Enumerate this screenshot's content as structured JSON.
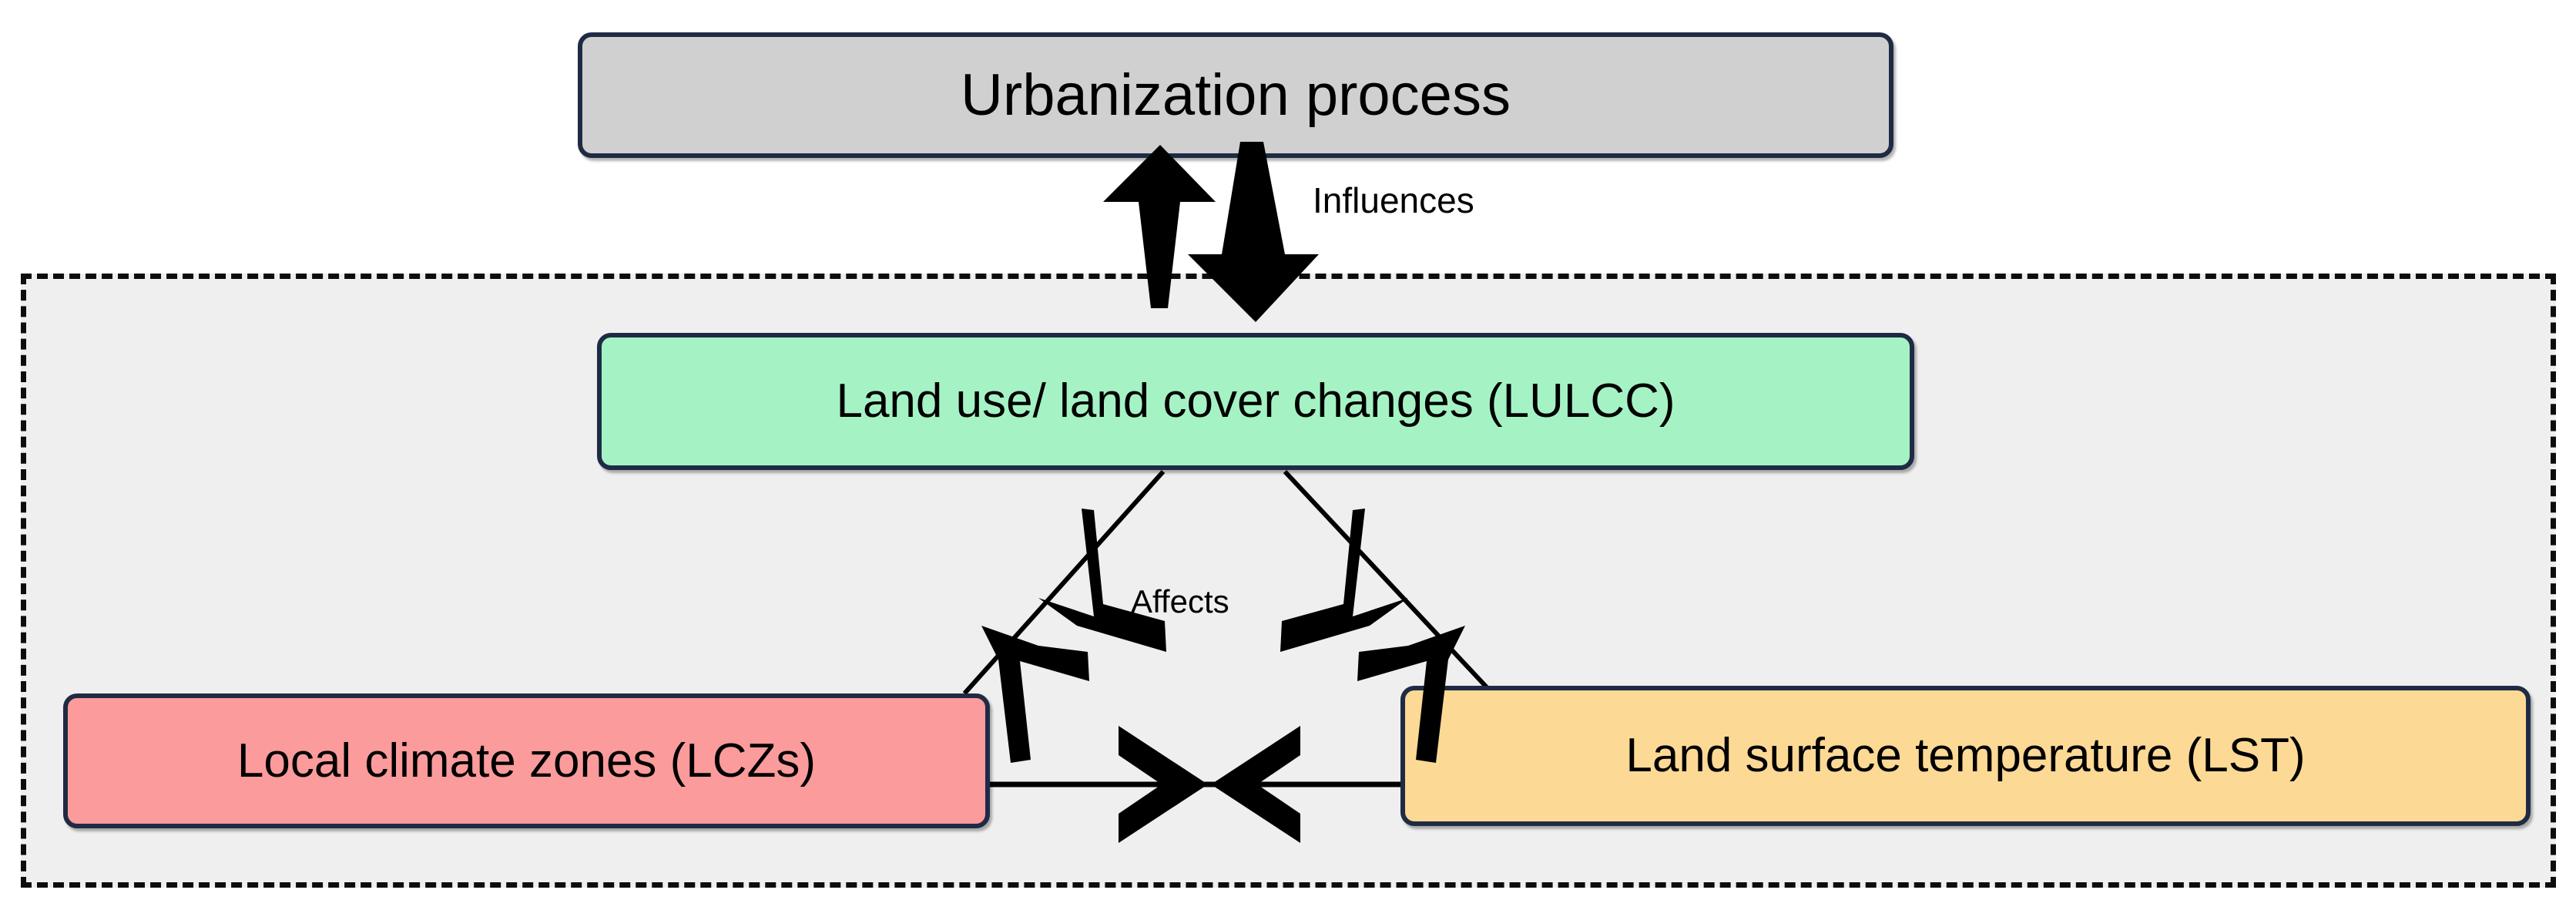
{
  "diagram": {
    "title_node": {
      "label": "Urbanization process",
      "fill": "#d0d0d0",
      "border": "#1f2b44"
    },
    "group_region": {
      "border_style": "dashed",
      "border_color": "#0d0d0d",
      "fill": "#efefef"
    },
    "nodes": [
      {
        "id": "lulcc",
        "label": "Land use/ land cover changes (LULCC)",
        "fill": "#a5f3c5",
        "border": "#1f2b44"
      },
      {
        "id": "lczs",
        "label": "Local climate zones (LCZs)",
        "fill": "#fb9b9b",
        "border": "#1f2b44"
      },
      {
        "id": "lst",
        "label": "Land surface temperature (LST)",
        "fill": "#fcd995",
        "border": "#1f2b44"
      }
    ],
    "edges": [
      {
        "id": "urbanization-lulcc",
        "label": "Influences",
        "from": "Urbanization process",
        "to": "Land use/ land cover changes (LULCC)",
        "direction": "bidirectional",
        "style": "solid-block-arrow"
      },
      {
        "id": "lulcc-lczs",
        "label": "",
        "from": "Land use/ land cover changes (LULCC)",
        "to": "Local climate zones (LCZs)",
        "direction": "bidirectional",
        "style": "thin-line-chevron"
      },
      {
        "id": "lulcc-lst",
        "label": "",
        "from": "Land use/ land cover changes (LULCC)",
        "to": "Land surface temperature (LST)",
        "direction": "bidirectional",
        "style": "thin-line-chevron"
      },
      {
        "id": "lczs-lst",
        "label": "",
        "from": "Local climate zones (LCZs)",
        "to": "Land surface temperature (LST)",
        "direction": "bidirectional",
        "style": "thin-line-chevron"
      }
    ],
    "edge_labels": {
      "influences": "Influences",
      "affects": "Affects"
    }
  }
}
